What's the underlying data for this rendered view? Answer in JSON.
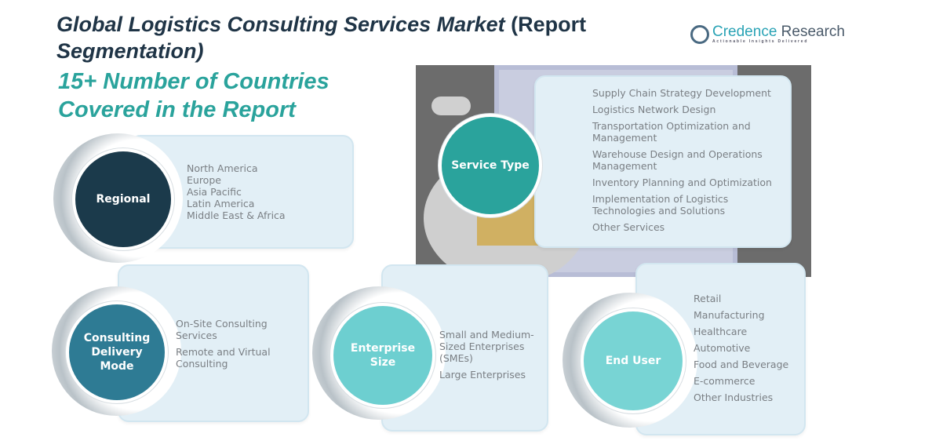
{
  "header": {
    "title_main": "Global Logistics Consulting Services Market ",
    "title_paren": "(Report",
    "title_line2": "Segmentation)",
    "subtitle": "15+ Number of Countries Covered in the Report"
  },
  "logo": {
    "name_a": "Credence",
    "name_b": " Research",
    "tagline": "Actionable Insights Delivered"
  },
  "segments": {
    "regional": {
      "label": "Regional",
      "items": [
        "North America",
        "Europe",
        "Asia Pacific",
        "Latin America",
        "Middle East & Africa"
      ]
    },
    "service": {
      "label": "Service Type",
      "items": [
        "Supply Chain Strategy Development",
        "Logistics Network Design",
        "Transportation Optimization and Management",
        "Warehouse Design and Operations Management",
        "Inventory Planning and Optimization",
        "Implementation of Logistics Technologies and Solutions",
        "Other Services"
      ]
    },
    "delivery": {
      "label": "Consulting Delivery Mode",
      "items": [
        "On-Site Consulting Services",
        "Remote and Virtual Consulting"
      ]
    },
    "enterprise": {
      "label": "Enterprise Size",
      "items": [
        "Small and Medium-Sized Enterprises (SMEs)",
        "Large Enterprises"
      ]
    },
    "enduser": {
      "label": "End User",
      "items": [
        "Retail",
        "Manufacturing",
        "Healthcare",
        "Automotive",
        "Food and Beverage",
        "E-commerce",
        "Other Industries"
      ]
    }
  },
  "colors": {
    "regional": "#1b3a4b",
    "service": "#2aa39c",
    "delivery": "#2e7b94",
    "enterprise": "#6dcfd0",
    "enduser": "#78d4d4"
  }
}
